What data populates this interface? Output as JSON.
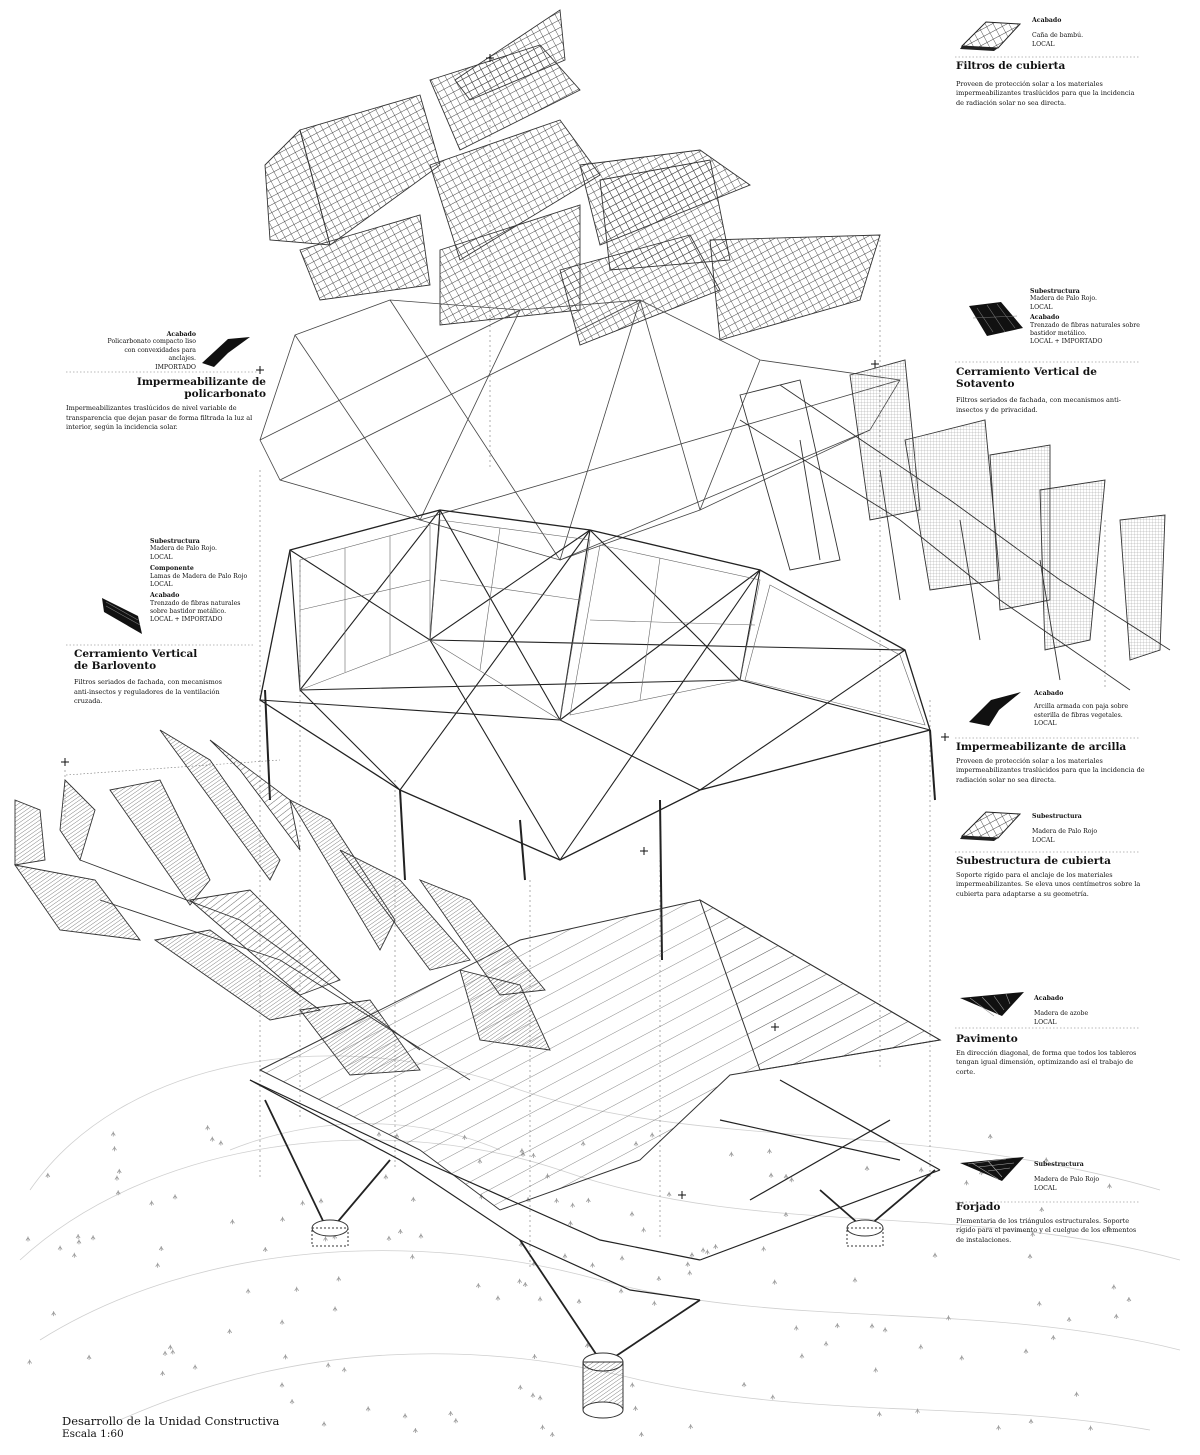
{
  "title": {
    "main": "Desarrollo de la Unidad Constructiva",
    "scale": "Escala 1:60"
  },
  "labels": {
    "filtros": {
      "tag": "Acabado",
      "tag_text": "Caña de bambú.",
      "tag_text2": "LOCAL",
      "heading": "Filtros de cubierta",
      "desc": "Proveen de protección solar a los materiales impermeabilizantes traslúcidos para que la incidencia de radiación solar no sea directa."
    },
    "policarbonato": {
      "tag": "Acabado",
      "tag_text": "Policarbonato compacto liso con convexidades para anclajes.",
      "tag_text2": "IMPORTADO",
      "heading": "Impermeabilizante de policarbonato",
      "desc": "Impermeabilizantes traslúcidos de nivel variable de transparencia que dejan pasar de forma filtrada la luz al interior, según la incidencia solar."
    },
    "sotavento": {
      "tag1": "Subestructura",
      "tag1_text": "Madera de Palo Rojo.",
      "tag1_text2": "LOCAL",
      "tag2": "Acabado",
      "tag2_text": "Trenzado de fibras naturales sobre bastidor metálico.",
      "tag2_text2": "LOCAL + IMPORTADO",
      "heading": "Cerramiento Vertical de Sotavento",
      "desc": "Filtros seriados de fachada, con mecanismos anti-insectos y de privacidad."
    },
    "barlovento": {
      "tag1": "Subestructura",
      "tag1_text": "Madera de Palo Rojo.",
      "tag1_text2": "LOCAL",
      "tag2": "Componente",
      "tag2_text": "Lamas de Madera de Palo Rojo",
      "tag2_text2": "LOCAL",
      "tag3": "Acabado",
      "tag3_text": "Trenzado de fibras naturales sobre bastidor metálico.",
      "tag3_text2": "LOCAL + IMPORTADO",
      "heading1": "Cerramiento Vertical",
      "heading2": "de Barlovento",
      "desc": "Filtros seriados de fachada, con mecanismos anti-insectos y reguladores de la ventilación cruzada."
    },
    "arcilla": {
      "tag": "Acabado",
      "tag_text": "Arcilla armada con paja sobre esterilla de fibras vegetales.",
      "tag_text2": "LOCAL",
      "heading": "Impermeabilizante de arcilla",
      "desc": "Proveen de protección solar a los materiales impermeabilizantes traslúcidos para que la incidencia de radiación solar no sea directa."
    },
    "subcubierta": {
      "tag": "Subestructura",
      "tag_text": "Madera de Palo Rojo",
      "tag_text2": "LOCAL",
      "heading": "Subestructura de cubierta",
      "desc": "Soporte rígido para el anclaje de los materiales impermeabilizantes. Se eleva unos centímetros sobre la cubierta para adaptarse a su geometría."
    },
    "pavimento": {
      "tag": "Acabado",
      "tag_text": "Madera de azobe",
      "tag_text2": "LOCAL",
      "heading": "Pavimento",
      "desc": "En dirección diagonal, de forma que todos los tableros tengan igual dimensión, optimizando así el trabajo de corte."
    },
    "forjado": {
      "tag": "Subestructura",
      "tag_text": "Madera de Palo Rojo",
      "tag_text2": "LOCAL",
      "heading": "Forjado",
      "desc": "Plementaria de los triángulos estructurales. Soporte rígido para el pavimento y el cuelgue de los elementos de instalaciones."
    }
  },
  "colors": {
    "ink": "#111111",
    "line": "#333333",
    "faint": "#9a9a9a",
    "guide": "#8a8a8a"
  }
}
